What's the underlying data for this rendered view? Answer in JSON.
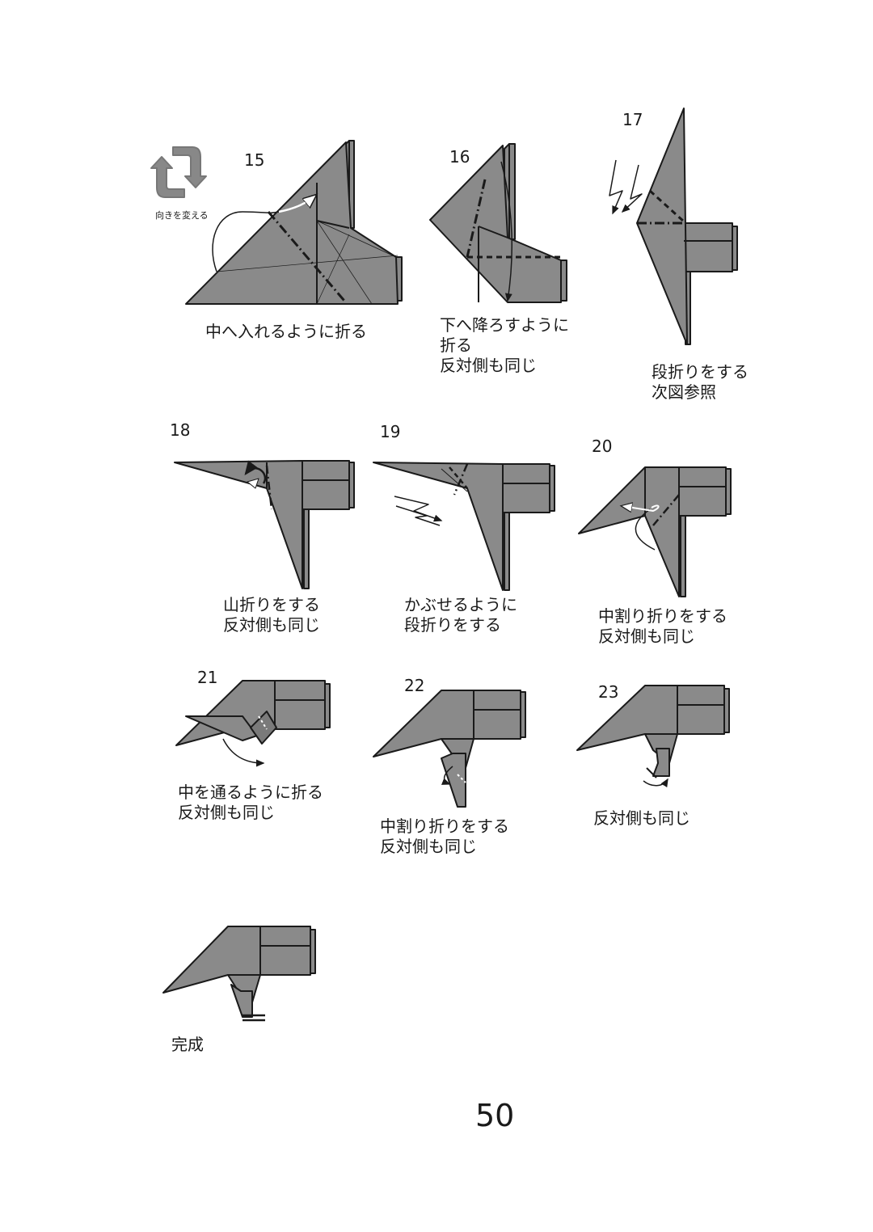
{
  "rotate_icon": {
    "name": "rotate-icon",
    "caption": "向きを変える"
  },
  "steps": [
    {
      "number": "15",
      "caption": [
        "中へ入れるように折る"
      ]
    },
    {
      "number": "16",
      "caption": [
        "下へ降ろすように",
        "折る",
        "反対側も同じ"
      ]
    },
    {
      "number": "17",
      "caption": [
        "段折りをする",
        "次図参照"
      ]
    },
    {
      "number": "18",
      "caption": [
        "山折りをする",
        "反対側も同じ"
      ]
    },
    {
      "number": "19",
      "caption": [
        "かぶせるように",
        "段折りをする"
      ]
    },
    {
      "number": "20",
      "caption": [
        "中割り折りをする",
        "反対側も同じ"
      ]
    },
    {
      "number": "21",
      "caption": [
        "中を通るように折る",
        "反対側も同じ"
      ]
    },
    {
      "number": "22",
      "caption": [
        "中割り折りをする",
        "反対側も同じ"
      ]
    },
    {
      "number": "23",
      "caption": [
        "反対側も同じ"
      ]
    }
  ],
  "final": {
    "caption": "完成"
  },
  "page_number": "50",
  "colors": {
    "paper": "#8a8a8a",
    "outline": "#1a1a1a",
    "background": "#ffffff"
  }
}
